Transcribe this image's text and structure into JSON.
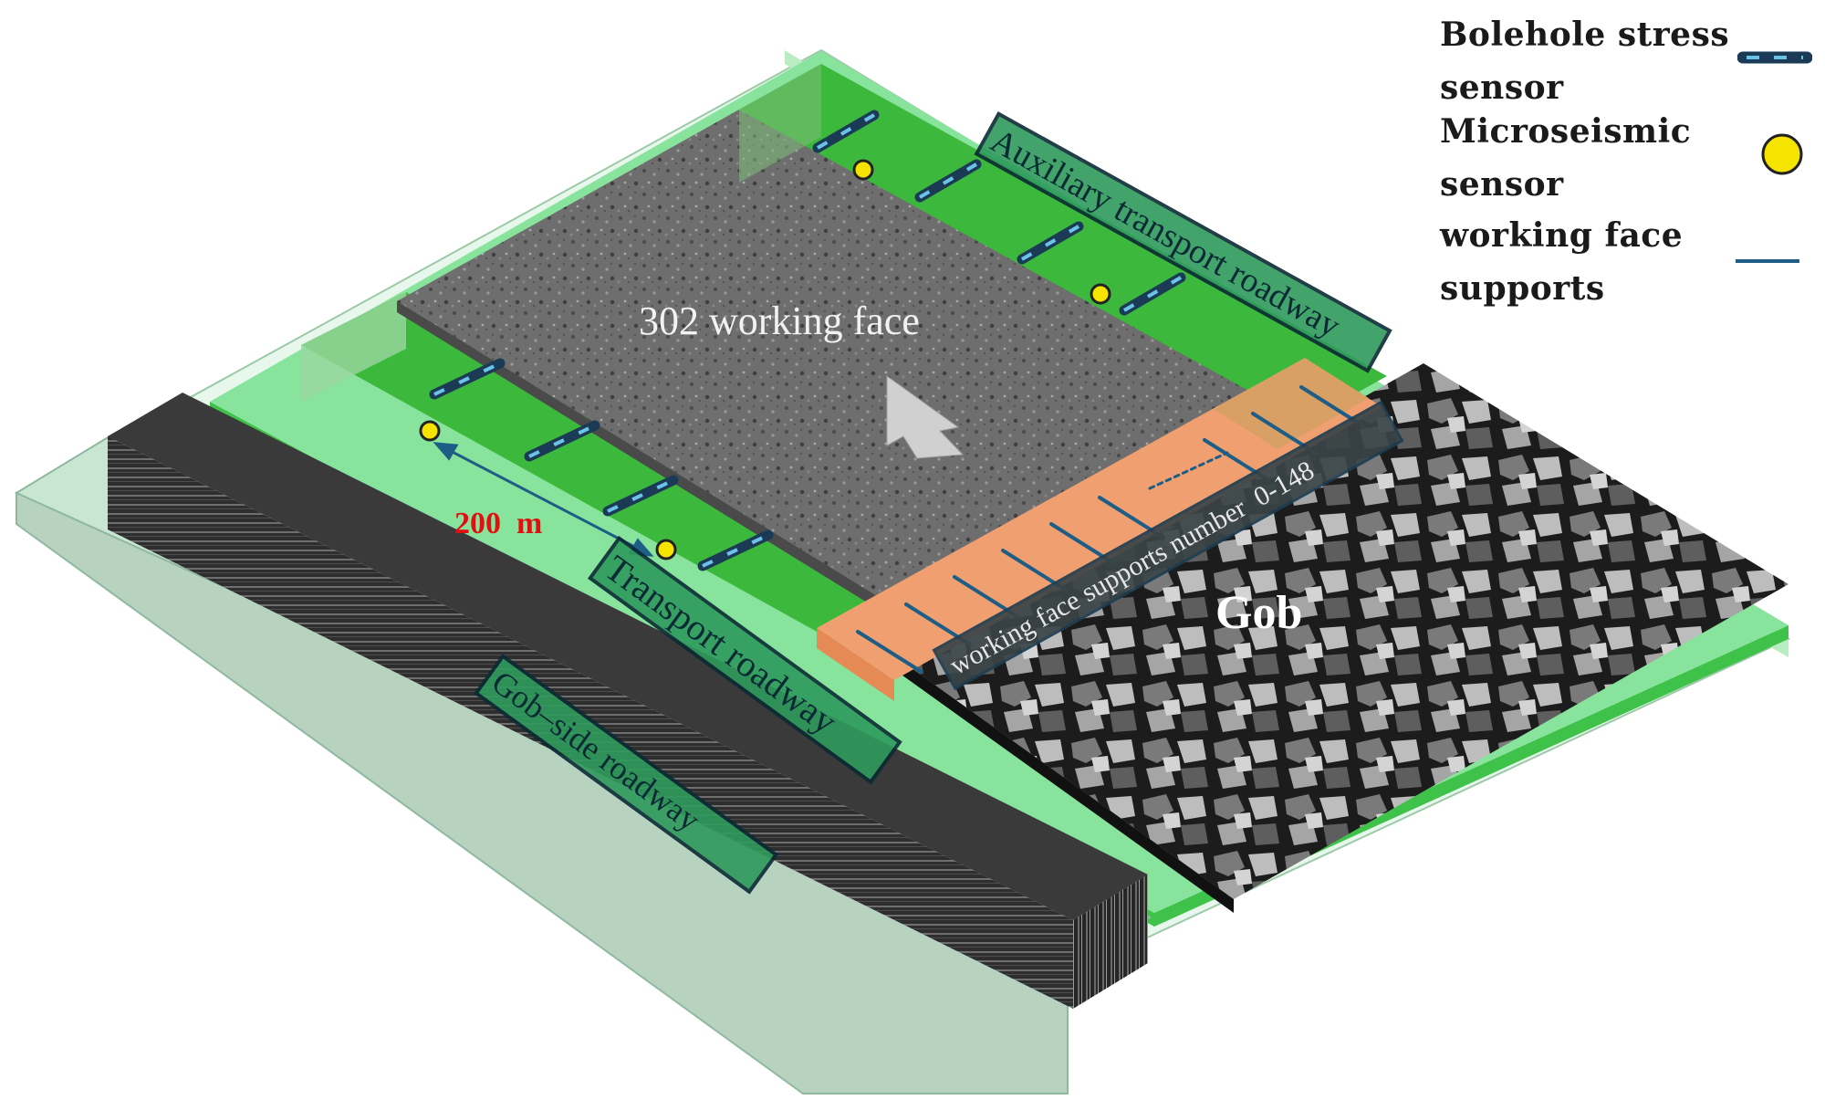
{
  "legend": {
    "borehole_stress_line1": "Bolehole stress",
    "borehole_stress_line2": "sensor",
    "microseismic_line1": "Microseismic",
    "microseismic_line2": "sensor",
    "supports_line1": "working face",
    "supports_line2": "supports",
    "icons": [
      "borehole-stress-sensor-icon",
      "microseismic-sensor-icon",
      "working-face-support-icon"
    ]
  },
  "labels": {
    "working_face": "302 working face",
    "auxiliary_roadway": "Auxiliary transport roadway",
    "supports_number": "working face supports number  0-148",
    "transport_roadway": "Transport roadway",
    "gob_side_roadway": "Gob–side roadway",
    "gob": "Gob",
    "distance": "200  m"
  },
  "colors": {
    "roadway_green": "#3cb83c",
    "pale_green": "#8de39a",
    "orange_supports": "#f0a070",
    "sensor_yellow": "#f5e400",
    "label_box_fill": "#2e9a5c",
    "label_box_border": "#0b2a34",
    "distance_red": "#e01010",
    "support_line": "#1e5d86"
  }
}
